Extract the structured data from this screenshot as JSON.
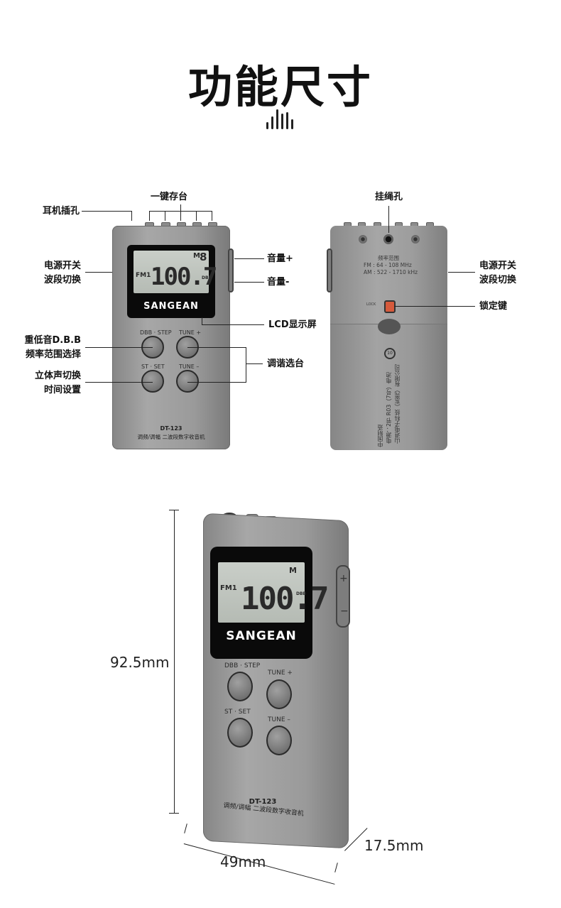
{
  "header": {
    "title": "功能尺寸"
  },
  "front_callouts": {
    "earphone_jack": "耳机插孔",
    "one_key_preset": "一键存台",
    "power_switch_line1": "电源开关",
    "power_switch_line2": "波段切换",
    "volume_up": "音量+",
    "volume_down": "音量-",
    "lcd_display": "LCD显示屏",
    "bass_line1": "重低音D.B.B",
    "bass_line2": "频率范围选择",
    "stereo_line1": "立体声切换",
    "stereo_line2": "时间设置",
    "tuning_preset": "调谐选台"
  },
  "back_callouts": {
    "lanyard_hole": "挂绳孔",
    "power_switch_line1": "电源开关",
    "power_switch_line2": "波段切换",
    "lock_key": "锁定键"
  },
  "radio": {
    "brand": "SANGEAN",
    "model": "DT-123",
    "subtitle": "调频/调幅 二波段数字收音机",
    "band": "FM1",
    "frequency": "100.7",
    "preset": "8",
    "memory": "M",
    "dbb": "DBB",
    "btn_dbb_step": "DBB · STEP",
    "btn_tune_up": "TUNE +",
    "btn_stereo_set": "ST · SET",
    "btn_tune_down": "TUNE –"
  },
  "back_panel": {
    "freq_title": "频率范围",
    "fm_range": "FM : 64 - 108 MHz",
    "am_range": "AM : 522 - 1710 kHz",
    "lock_label": "LOCK",
    "badge": "10",
    "maker_line1": "山进电子科技（东莞）有限公司",
    "maker_line2": "电源：2节 R03（7号）电池",
    "maker_line3": "中国制造"
  },
  "dimensions": {
    "height": "92.5mm",
    "width": "49mm",
    "depth": "17.5mm"
  }
}
